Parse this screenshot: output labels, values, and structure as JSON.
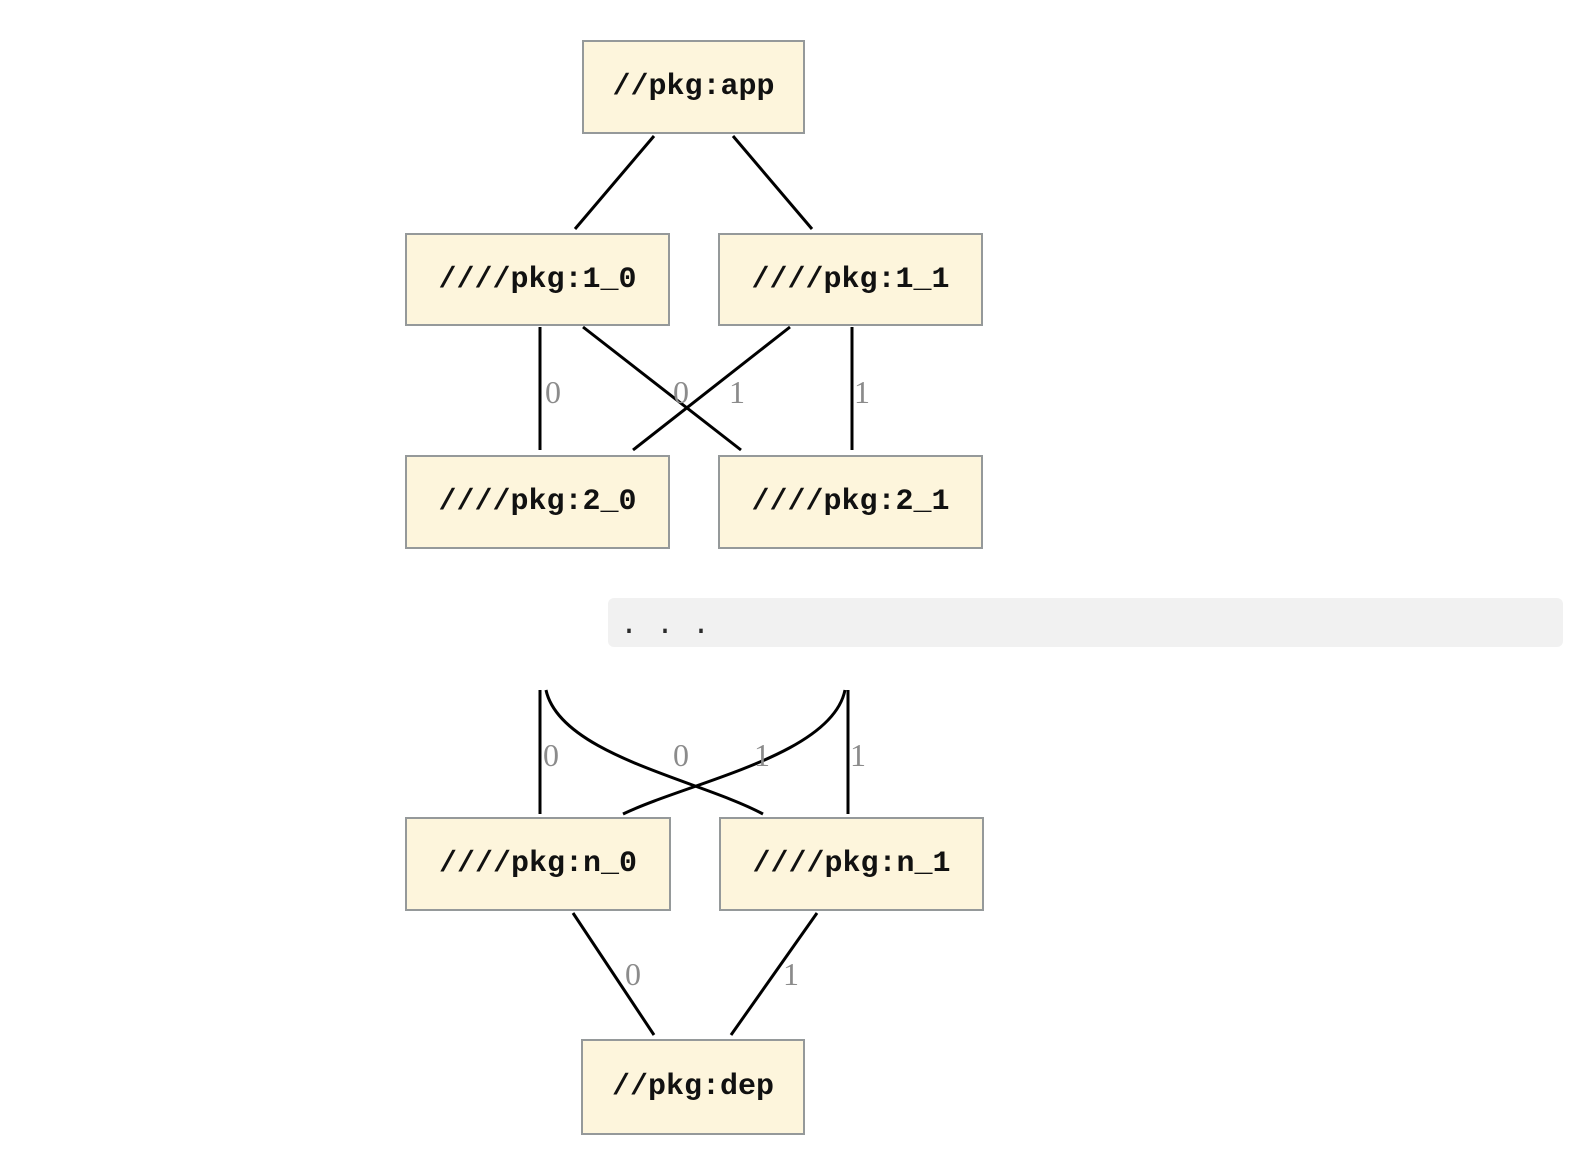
{
  "diagram": {
    "background": "#ffffff",
    "node_fill": "#fdf5dc",
    "node_border": "#95999a",
    "edge_color": "#000000",
    "edge_label_color": "#8b8b8b",
    "ellipsis": {
      "text": ". . .",
      "background": "#f1f1f1"
    },
    "nodes": [
      {
        "id": "app",
        "label": "//pkg:app"
      },
      {
        "id": "pkg1_0",
        "label": "////pkg:1_0"
      },
      {
        "id": "pkg1_1",
        "label": "////pkg:1_1"
      },
      {
        "id": "pkg2_0",
        "label": "////pkg:2_0"
      },
      {
        "id": "pkg2_1",
        "label": "////pkg:2_1"
      },
      {
        "id": "pkgn_0",
        "label": "////pkg:n_0"
      },
      {
        "id": "pkgn_1",
        "label": "////pkg:n_1"
      },
      {
        "id": "dep",
        "label": "//pkg:dep"
      }
    ],
    "edges": [
      {
        "from": "app",
        "to": "pkg1_0",
        "label": ""
      },
      {
        "from": "app",
        "to": "pkg1_1",
        "label": ""
      },
      {
        "from": "pkg1_0",
        "to": "pkg2_0",
        "label": "0"
      },
      {
        "from": "pkg1_0",
        "to": "pkg2_1",
        "label": "1"
      },
      {
        "from": "pkg1_1",
        "to": "pkg2_0",
        "label": "0"
      },
      {
        "from": "pkg1_1",
        "to": "pkg2_1",
        "label": "1"
      },
      {
        "from": "ellipsis",
        "to": "pkgn_0",
        "label": "0"
      },
      {
        "from": "ellipsis",
        "to": "pkgn_1",
        "label": "1"
      },
      {
        "from": "ellipsis",
        "to": "pkgn_0",
        "label": "0"
      },
      {
        "from": "ellipsis",
        "to": "pkgn_1",
        "label": "1"
      },
      {
        "from": "pkgn_0",
        "to": "dep",
        "label": "0"
      },
      {
        "from": "pkgn_1",
        "to": "dep",
        "label": "1"
      }
    ]
  }
}
